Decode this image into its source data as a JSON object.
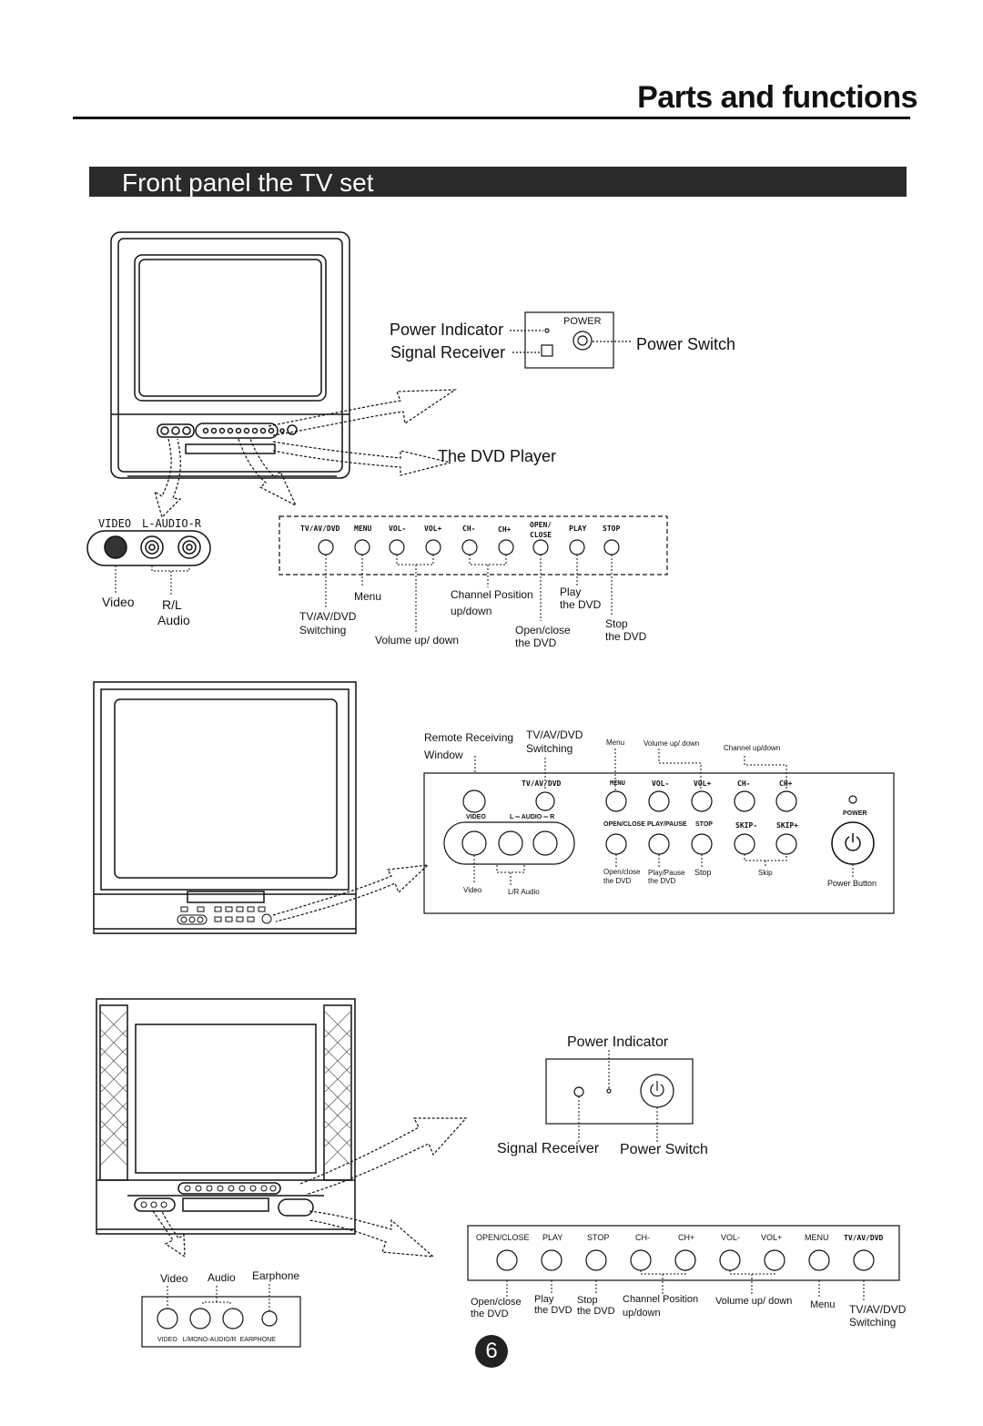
{
  "header": {
    "title": "Parts and functions"
  },
  "section": {
    "title": "Front panel the TV set"
  },
  "model1": {
    "power_indicator": "Power Indicator",
    "signal_receiver": "Signal Receiver",
    "power_label": "POWER",
    "power_switch": "Power Switch",
    "dvd_player": "The DVD Player",
    "jack_labels": {
      "video": "VIDEO",
      "audio": "L-AUDIO-R"
    },
    "jack_callouts": {
      "video": "Video",
      "rl": "R/L",
      "audio": "Audio"
    },
    "buttons": [
      "TV/AV/DVD",
      "MENU",
      "VOL-",
      "VOL+",
      "CH-",
      "CH+",
      "OPEN/",
      "CLOSE",
      "PLAY",
      "STOP"
    ],
    "callouts": {
      "menu": "Menu",
      "channel": "Channel Position",
      "channel2": "up/down",
      "play": "Play",
      "play2": "the DVD",
      "tvav": "TV/AV/DVD",
      "tvav2": "Switching",
      "volume": "Volume up/ down",
      "open": "Open/close",
      "open2": "the DVD",
      "stop": "Stop",
      "stop2": "the DVD"
    }
  },
  "model2": {
    "remote": "Remote Receiving",
    "remote2": "Window",
    "tvav": "TV/AV/DVD",
    "tvav2": "Switching",
    "menu": "Menu",
    "volume": "Volume up/ down",
    "channel": "Channel up/down",
    "row1": [
      "TV/AV/DVD",
      "MENU",
      "VOL-",
      "VOL+",
      "CH-",
      "CH+"
    ],
    "row2": [
      "OPEN/CLOSE",
      "PLAY/PAUSE",
      "STOP",
      "SKIP-",
      "SKIP+"
    ],
    "power": "POWER",
    "jack_video": "VIDEO",
    "jack_audio": "L ═ AUDIO ═ R",
    "bottom": {
      "open": "Open/close",
      "open2": "the DVD",
      "play": "Play/Pause",
      "play2": "the DVD",
      "stop": "Stop",
      "skip": "Skip",
      "video": "Video",
      "audio": "L/R Audio",
      "power_button": "Power Button"
    }
  },
  "model3": {
    "power_indicator": "Power Indicator",
    "signal_receiver": "Signal Receiver",
    "power_switch": "Power Switch",
    "jack_callouts": {
      "video": "Video",
      "audio": "Audio",
      "earphone": "Earphone"
    },
    "jack_strip": "VIDEO   L/MONO-AUDIO/R  EARPHONE",
    "buttons": [
      "OPEN/CLOSE",
      "PLAY",
      "STOP",
      "CH-",
      "CH+",
      "VOL-",
      "VOL+",
      "MENU",
      "TV/AV/DVD"
    ],
    "callouts": {
      "open": "Open/close",
      "open2": "the DVD",
      "play": "Play",
      "play2": "the DVD",
      "stop": "Stop",
      "stop2": "the DVD",
      "channel": "Channel Position",
      "channel2": "up/down",
      "volume": "Volume up/ down",
      "menu": "Menu",
      "tvav": "TV/AV/DVD",
      "tvav2": "Switching"
    }
  },
  "page_number": "6"
}
